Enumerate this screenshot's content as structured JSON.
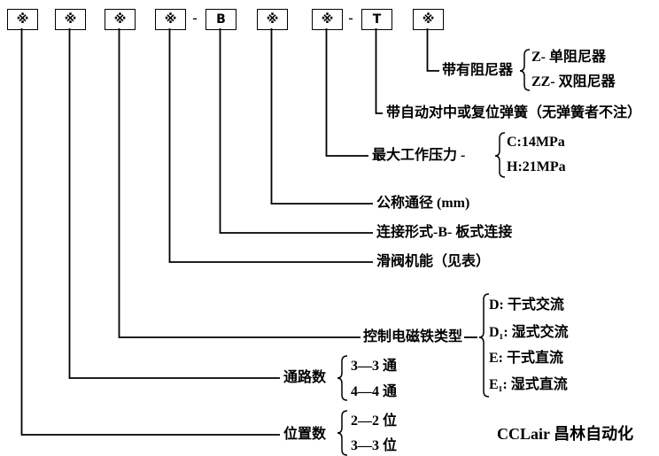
{
  "code_boxes": [
    "※",
    "※",
    "※",
    "※",
    "B",
    "※",
    "※",
    "T",
    "※"
  ],
  "dash": "-",
  "damper": {
    "title": "带有阻尼器",
    "options": [
      "Z- 单阻尼器",
      "ZZ- 双阻尼器"
    ]
  },
  "spring": {
    "title": "带自动对中或复位弹簧（无弹簧者不注）"
  },
  "pressure": {
    "title": "最大工作压力 -",
    "options": [
      "C:14MPa",
      "H:21MPa"
    ]
  },
  "diameter": {
    "title": "公称通径 (mm)"
  },
  "connection": {
    "title": "连接形式-B- 板式连接"
  },
  "spool": {
    "title": "滑阀机能（见表）"
  },
  "solenoid": {
    "title": "控制电磁铁类型",
    "options": [
      "D: 干式交流",
      "D₁: 湿式交流",
      "E: 干式直流",
      "E₁: 湿式直流"
    ]
  },
  "ports": {
    "title": "通路数",
    "options": [
      "3—3 通",
      "4—4 通"
    ]
  },
  "positions": {
    "title": "位置数",
    "options": [
      "2—2 位",
      "3—3 位"
    ]
  },
  "footer": {
    "brand": "CCLair 昌林自动化"
  }
}
